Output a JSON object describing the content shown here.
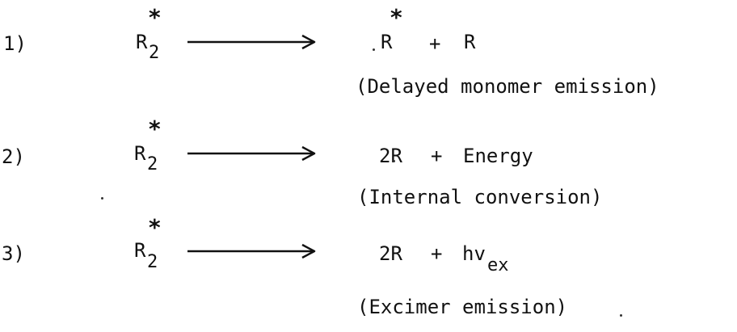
{
  "reactions": [
    {
      "number": "1)",
      "reactant": "R",
      "reactant_subscript": "2",
      "reactant_superscript": "*",
      "products": [
        "R",
        "+",
        "R"
      ],
      "product_superscript": "*",
      "description": "(Delayed monomer emission)"
    },
    {
      "number": "2)",
      "reactant": "R",
      "reactant_subscript": "2",
      "reactant_superscript": "*",
      "products": [
        "2R",
        "+",
        "Energy"
      ],
      "description": "(Internal conversion)"
    },
    {
      "number": "3)",
      "reactant": "R",
      "reactant_subscript": "2",
      "reactant_superscript": "*",
      "products": [
        "2R",
        "+",
        "hv"
      ],
      "product_subscript": "ex",
      "description": "(Excimer emission)"
    }
  ]
}
